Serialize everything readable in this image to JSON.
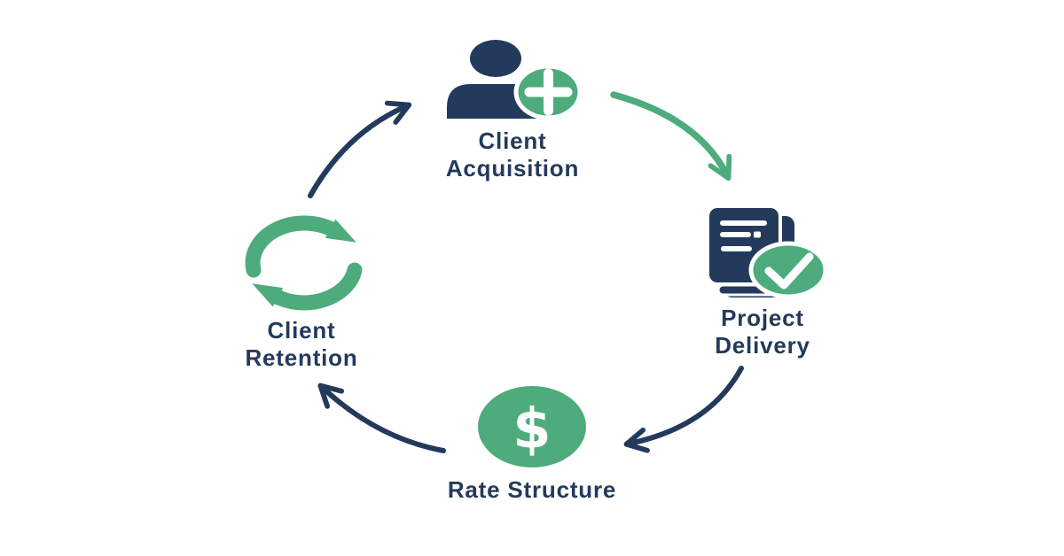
{
  "theme": {
    "background": "#ffffff",
    "navy": "#233a5c",
    "green": "#4dab7c",
    "white": "#ffffff"
  },
  "diagram": {
    "type": "cycle",
    "nodes": [
      {
        "id": "client-acquisition",
        "label": "Client Acquisition",
        "icon": "person-plus-icon",
        "position": "top"
      },
      {
        "id": "project-delivery",
        "label": "Project Delivery",
        "icon": "document-check-icon",
        "position": "right"
      },
      {
        "id": "rate-structure",
        "label": "Rate Structure",
        "icon": "dollar-circle-icon",
        "glyph": "$",
        "position": "bottom"
      },
      {
        "id": "client-retention",
        "label": "Client Retention",
        "icon": "sync-arrows-icon",
        "position": "left"
      }
    ],
    "flows": [
      {
        "from": "client-retention",
        "to": "client-acquisition",
        "color": "#233a5c"
      },
      {
        "from": "client-acquisition",
        "to": "project-delivery",
        "color": "#4dab7c"
      },
      {
        "from": "project-delivery",
        "to": "rate-structure",
        "color": "#233a5c"
      },
      {
        "from": "rate-structure",
        "to": "client-retention",
        "color": "#233a5c"
      }
    ]
  }
}
